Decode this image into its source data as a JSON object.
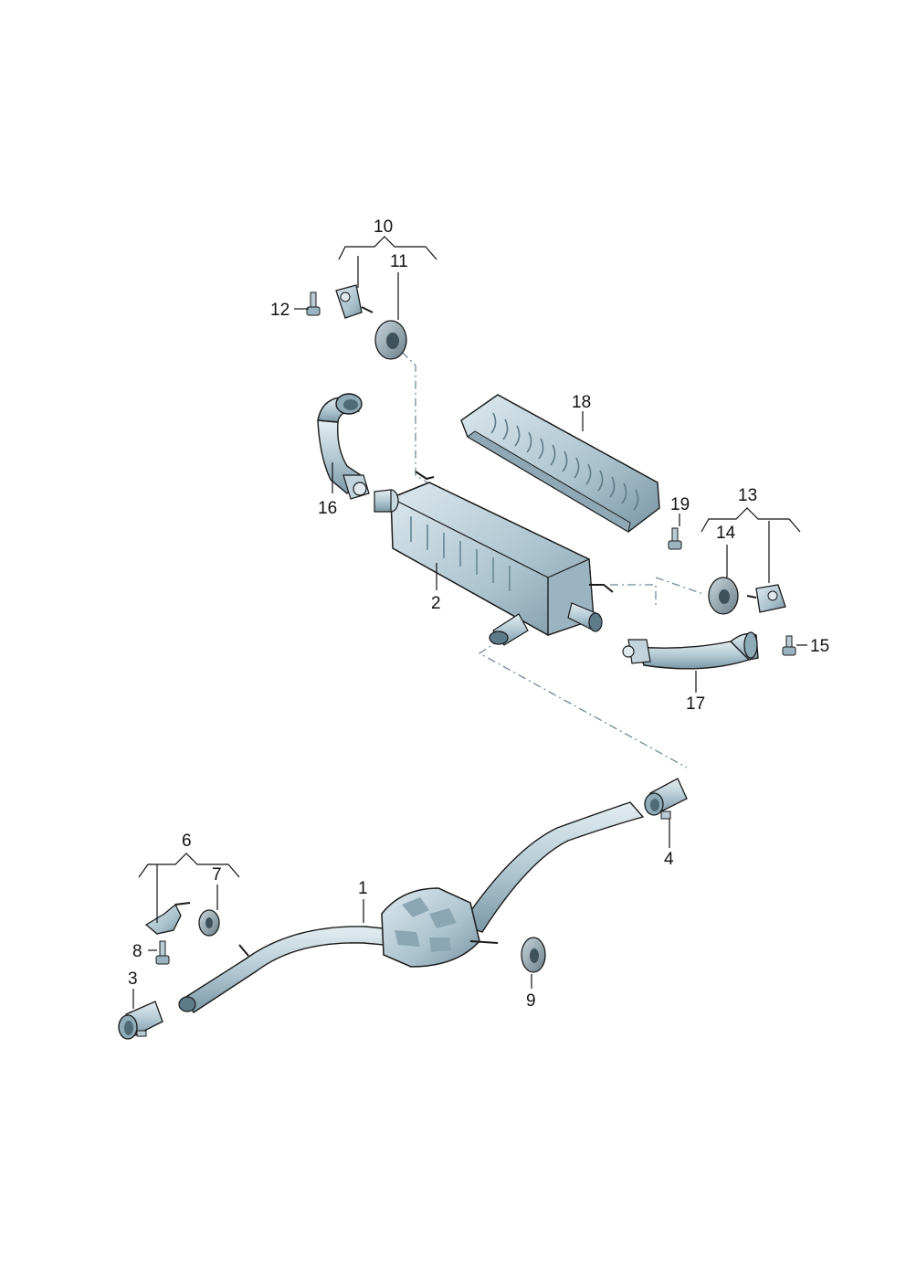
{
  "colors": {
    "metal_light": "#d9e6ec",
    "metal_mid": "#a6c0cc",
    "metal_dark": "#6f8e9c",
    "outline": "#1a1a1a",
    "leader": "#111111",
    "centerline": "#6f8a96"
  },
  "labels": {
    "p1": "1",
    "p2": "2",
    "p3": "3",
    "p4": "4",
    "p6": "6",
    "p7": "7",
    "p8": "8",
    "p9": "9",
    "p10": "10",
    "p11": "11",
    "p12": "12",
    "p13": "13",
    "p14": "14",
    "p15": "15",
    "p16": "16",
    "p17": "17",
    "p18": "18",
    "p19": "19"
  }
}
